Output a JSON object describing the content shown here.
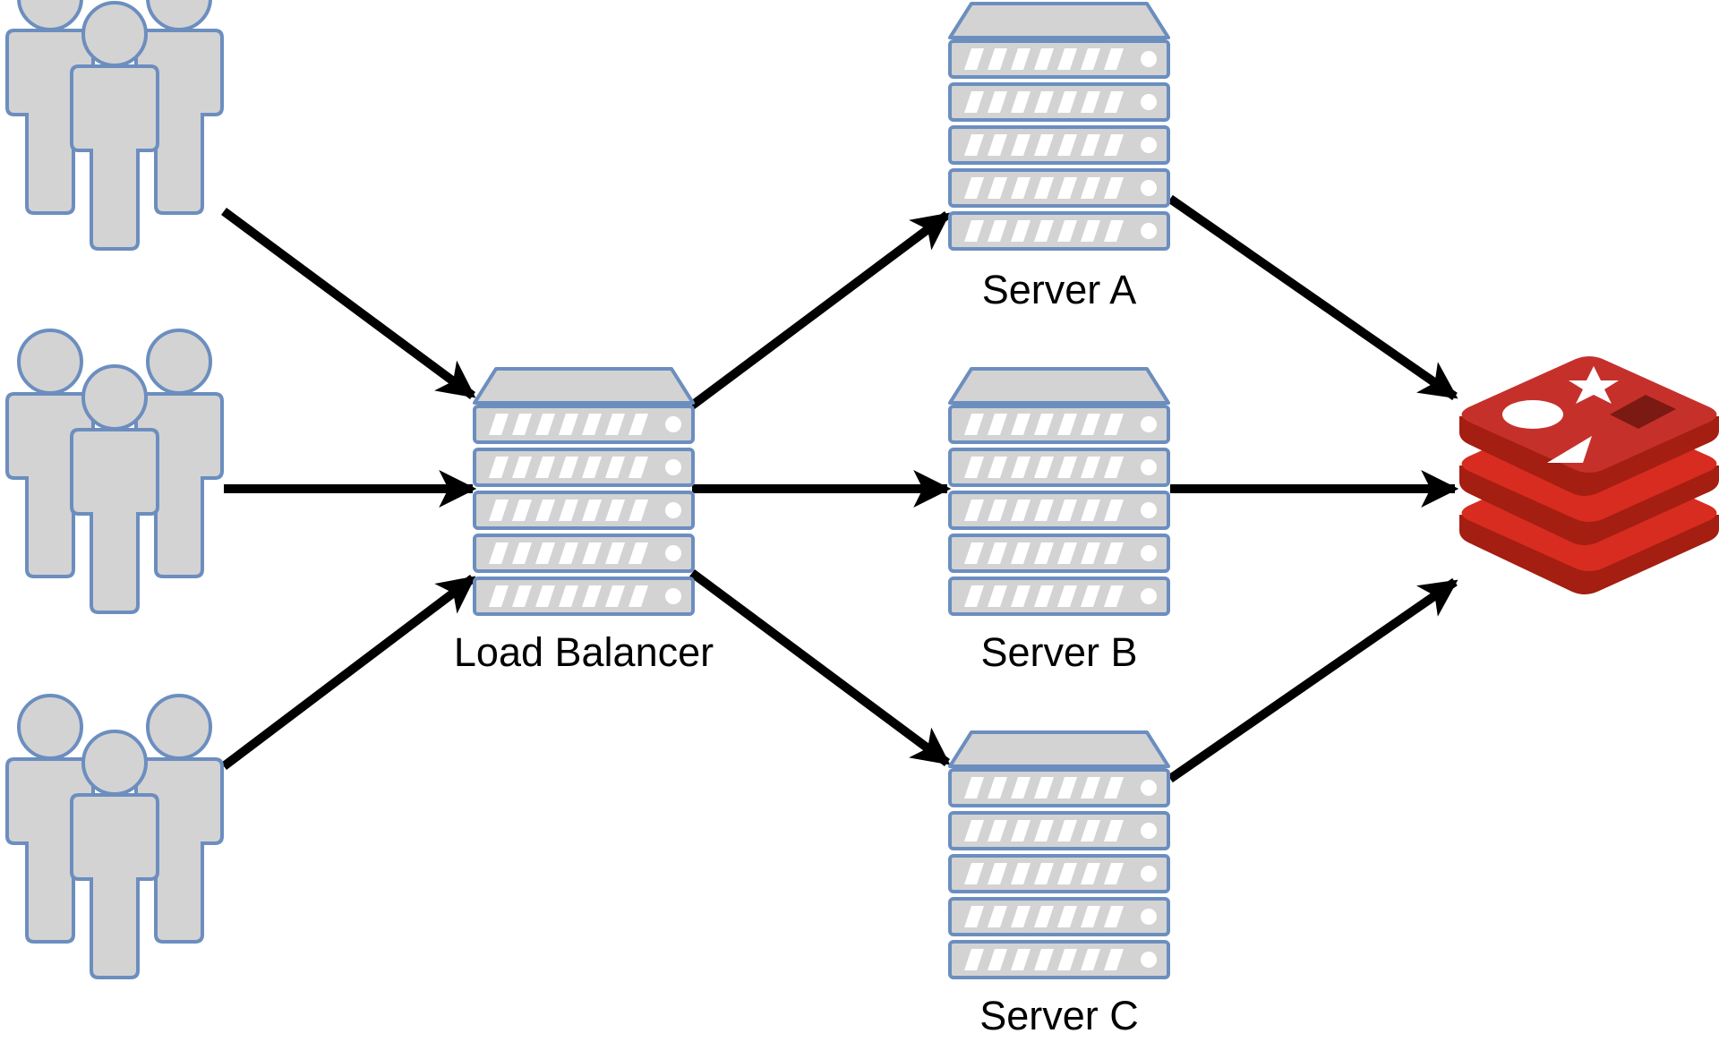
{
  "diagram": {
    "user_groups": [
      {
        "id": "users-top"
      },
      {
        "id": "users-middle"
      },
      {
        "id": "users-bottom"
      }
    ],
    "load_balancer": {
      "label": "Load Balancer"
    },
    "servers": [
      {
        "id": "server-a",
        "label": "Server A"
      },
      {
        "id": "server-b",
        "label": "Server B"
      },
      {
        "id": "server-c",
        "label": "Server C"
      }
    ],
    "datastore": {
      "icon": "redis-icon"
    },
    "connections": [
      {
        "from": "users-top",
        "to": "load-balancer"
      },
      {
        "from": "users-middle",
        "to": "load-balancer"
      },
      {
        "from": "users-bottom",
        "to": "load-balancer"
      },
      {
        "from": "load-balancer",
        "to": "server-a"
      },
      {
        "from": "load-balancer",
        "to": "server-b"
      },
      {
        "from": "load-balancer",
        "to": "server-c"
      },
      {
        "from": "server-a",
        "to": "datastore"
      },
      {
        "from": "server-b",
        "to": "datastore"
      },
      {
        "from": "server-c",
        "to": "datastore"
      }
    ],
    "colors": {
      "icon_fill": "#d3d3d3",
      "icon_stroke": "#6c8ebf",
      "arrow": "#000000",
      "redis_red": "#c6302b",
      "redis_dark": "#a41e11"
    }
  }
}
